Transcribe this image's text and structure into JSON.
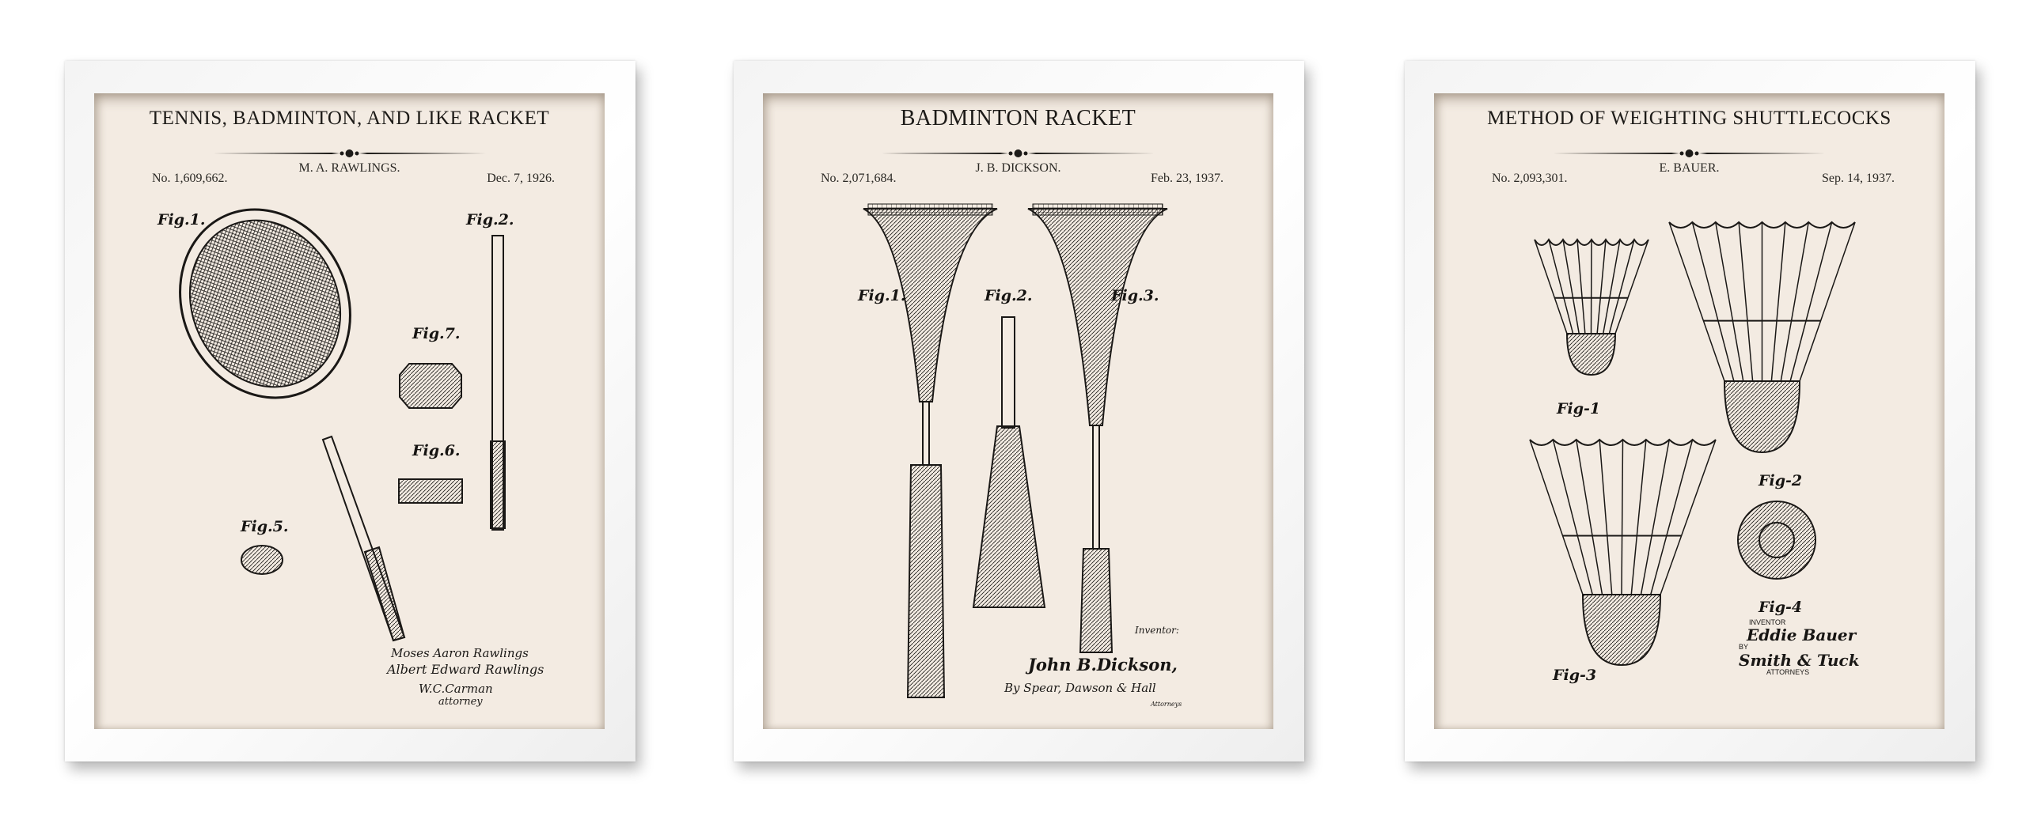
{
  "prints": [
    {
      "title": "TENNIS, BADMINTON, AND LIKE  RACKET",
      "inventor": "M. A. RAWLINGS.",
      "patent_no": "No. 1,609,662.",
      "date": "Dec. 7, 1926.",
      "figures": [
        "Fig.1.",
        "Fig.2.",
        "Fig.7.",
        "Fig.6.",
        "Fig.5."
      ],
      "signatures": [
        "Moses Aaron Rawlings",
        "Albert Edward Rawlings",
        "W.C.Carman",
        "attorney"
      ]
    },
    {
      "title": "BADMINTON RACKET",
      "inventor": "J. B. DICKSON.",
      "patent_no": "No. 2,071,684.",
      "date": "Feb. 23, 1937.",
      "figures": [
        "Fig.1.",
        "Fig.2.",
        "Fig.3."
      ],
      "inventor_label": "Inventor:",
      "signature_name": "John B.Dickson,",
      "signatures": [
        "By Spear, Dawson & Hall",
        "Attorneys"
      ]
    },
    {
      "title": "METHOD OF WEIGHTING SHUTTLECOCKS",
      "inventor": "E. BAUER.",
      "patent_no": "No. 2,093,301.",
      "date": "Sep. 14, 1937.",
      "figures": [
        "Fig-1",
        "Fig-2",
        "Fig-3",
        "Fig-4"
      ],
      "inventor_label": "INVENTOR",
      "signature_name": "Eddie Bauer",
      "by_label": "BY",
      "attorney_signature": "Smith & Tuck",
      "attorneys_label": "ATTORNEYS"
    }
  ],
  "colors": {
    "paper": "#f3ebe2",
    "ink": "#1d1b18",
    "frame": "#fbfbfb"
  }
}
